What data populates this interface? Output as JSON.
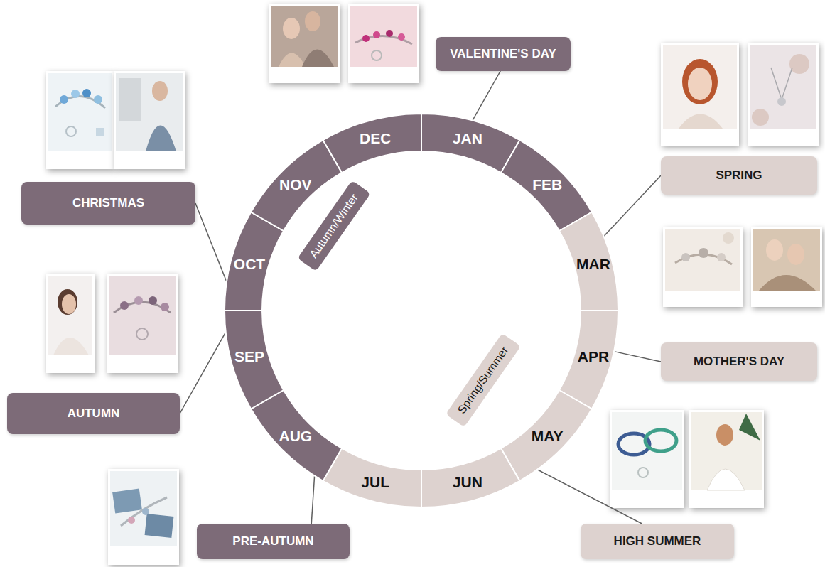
{
  "diagram": {
    "nodes": [
      {
        "text": [
          "VALENTINE'S DAY"
        ]
      },
      {
        "text": [
          "SPRING"
        ]
      },
      {
        "text": [
          "MOTHER'S DAY"
        ]
      },
      {
        "text": [
          "HIGH SUMMER"
        ]
      },
      {
        "text": [
          "PRE-AUTUMN"
        ]
      },
      {
        "text": [
          "AUTUMN"
        ]
      },
      {
        "text": [
          "CHRISTMAS"
        ]
      },
      {
        "text": [
          "JAN"
        ]
      },
      {
        "text": [
          "FEB"
        ]
      },
      {
        "text": [
          "MAR"
        ]
      },
      {
        "text": [
          "APR"
        ]
      },
      {
        "text": [
          "MAY"
        ]
      },
      {
        "text": [
          "JUN"
        ]
      },
      {
        "text": [
          "JUL"
        ]
      },
      {
        "text": [
          "AUG"
        ]
      },
      {
        "text": [
          "SEP"
        ]
      },
      {
        "text": [
          "OCT"
        ]
      },
      {
        "text": [
          "NOV"
        ]
      },
      {
        "text": [
          "DEC"
        ]
      },
      {
        "text": [
          "Autumn/Winter"
        ]
      },
      {
        "text": [
          "Spring/Summer"
        ]
      }
    ],
    "edges": [
      {
        "from": 0,
        "to": 7,
        "arrow": "none"
      },
      {
        "from": 1,
        "to": 9,
        "arrow": "none"
      },
      {
        "from": 2,
        "to": 10,
        "arrow": "none"
      },
      {
        "from": 3,
        "to": 11,
        "arrow": "none"
      },
      {
        "from": 4,
        "to": 14,
        "arrow": "none"
      },
      {
        "from": 5,
        "to": 15,
        "arrow": "none"
      },
      {
        "from": 6,
        "to": 16,
        "arrow": "none"
      }
    ]
  }
}
